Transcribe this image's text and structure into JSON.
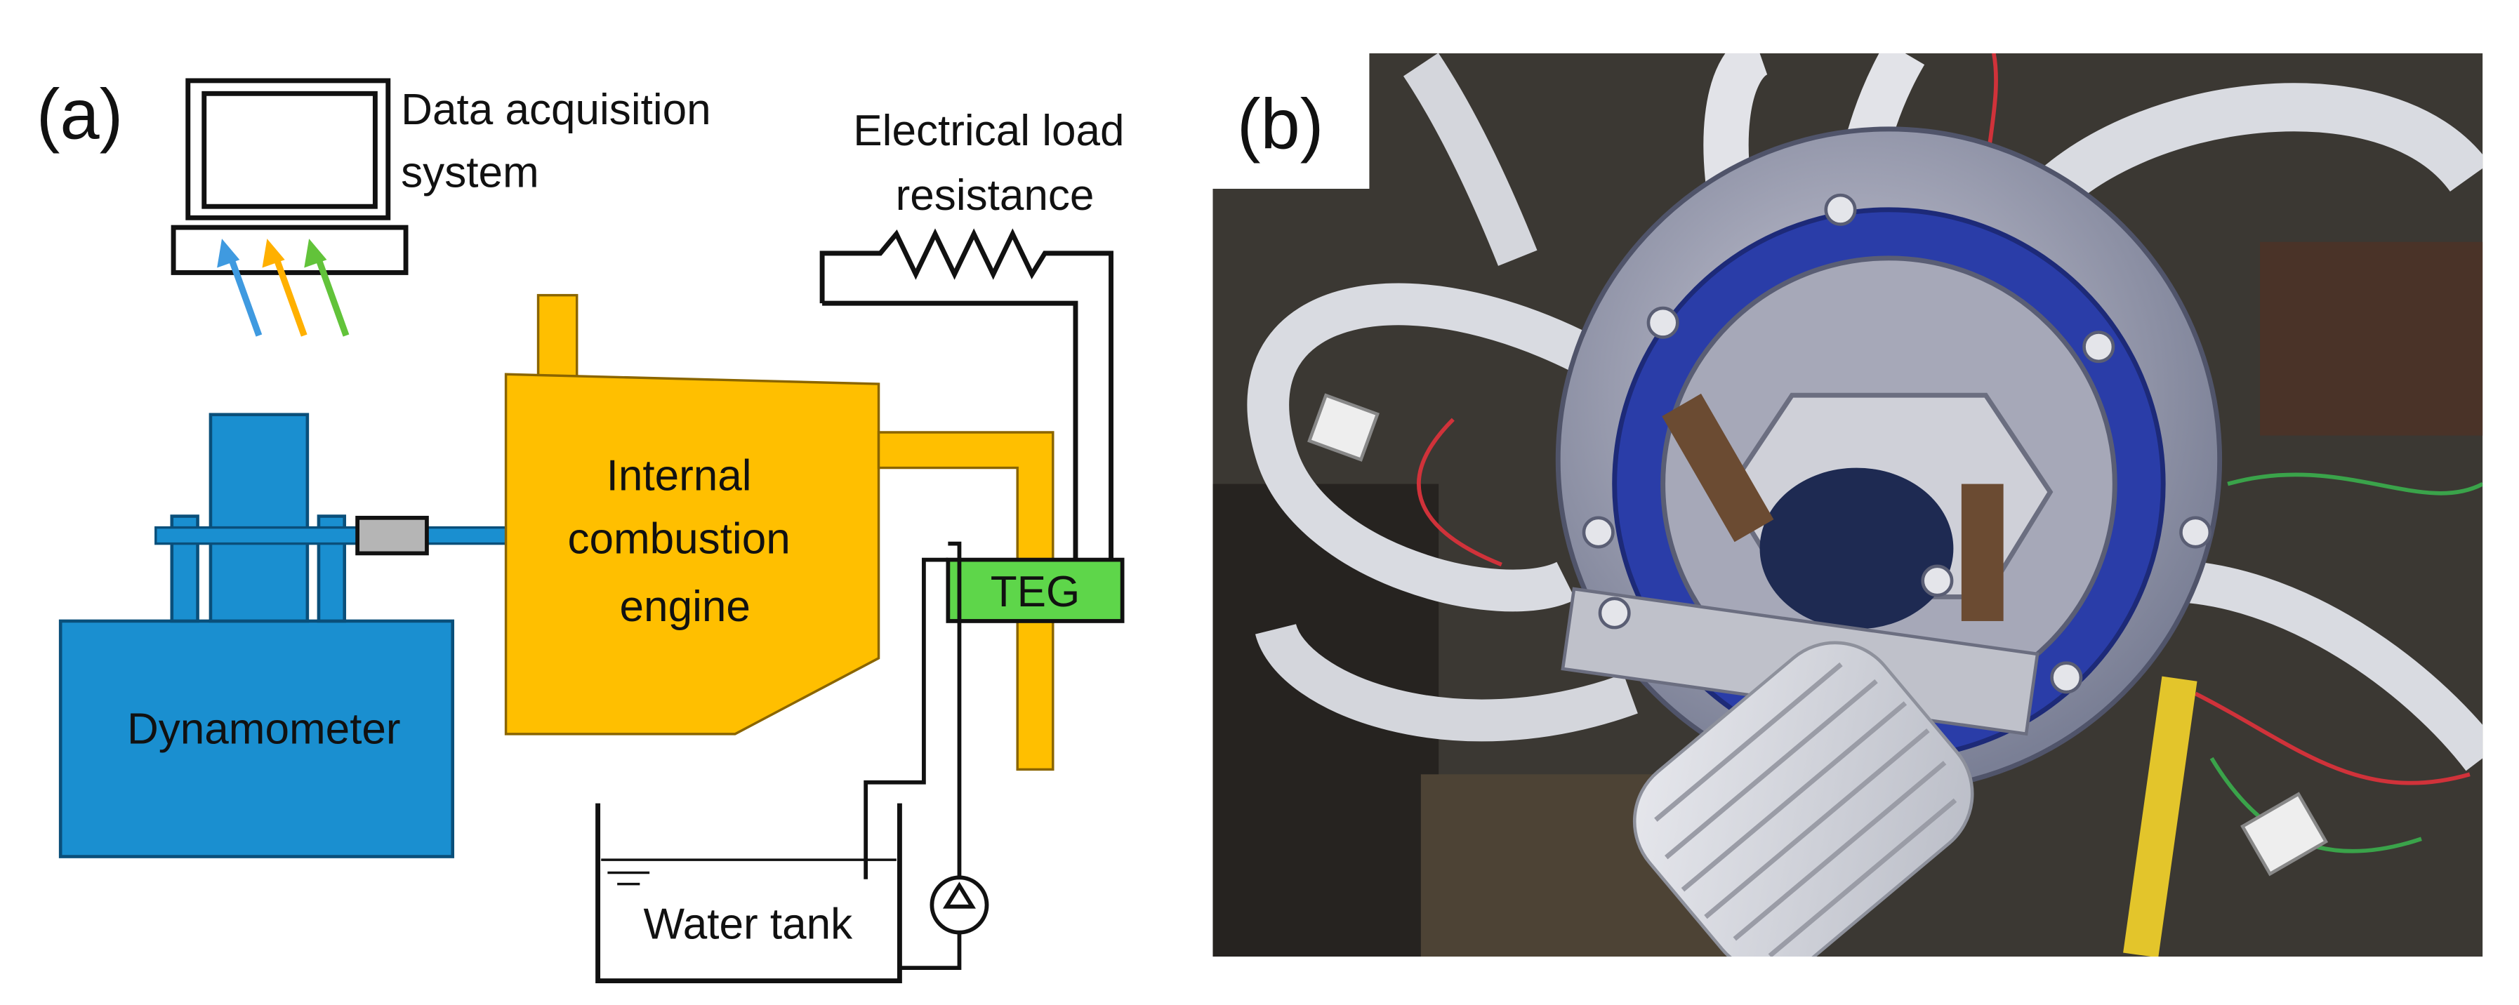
{
  "panel_a": {
    "label": "(a)",
    "data_acquisition_line1": "Data acquisition",
    "data_acquisition_line2": "system",
    "electrical_load_line1": "Electrical load",
    "electrical_load_line2": "resistance",
    "engine_line1": "Internal",
    "engine_line2": "combustion",
    "engine_line3": "engine",
    "dynamometer": "Dynamometer",
    "teg": "TEG",
    "water_tank": "Water tank"
  },
  "panel_b": {
    "label": "(b)"
  },
  "colors": {
    "dynamometer_blue": "#1a8fd0",
    "engine_orange": "#ffbf00",
    "teg_green": "#5ed64a",
    "arrow_blue": "#3f9ae0",
    "arrow_orange": "#ffb000",
    "arrow_green": "#62c33a",
    "line": "#111111"
  }
}
